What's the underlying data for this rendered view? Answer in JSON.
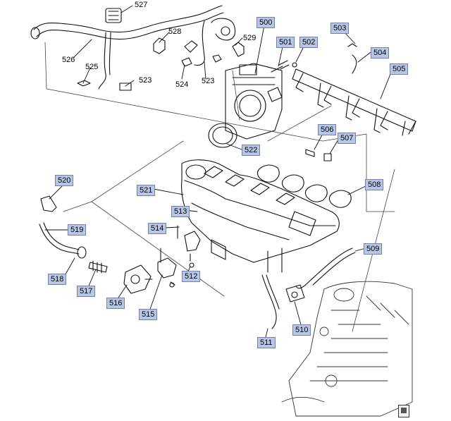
{
  "diagram": {
    "callouts": [
      {
        "id": "500",
        "text": "500",
        "boxed": true
      },
      {
        "id": "501",
        "text": "501",
        "boxed": true
      },
      {
        "id": "502",
        "text": "502",
        "boxed": true
      },
      {
        "id": "503",
        "text": "503",
        "boxed": true
      },
      {
        "id": "504",
        "text": "504",
        "boxed": true
      },
      {
        "id": "505",
        "text": "505",
        "boxed": true
      },
      {
        "id": "506",
        "text": "506",
        "boxed": true
      },
      {
        "id": "507",
        "text": "507",
        "boxed": true
      },
      {
        "id": "508",
        "text": "508",
        "boxed": true
      },
      {
        "id": "509",
        "text": "509",
        "boxed": true
      },
      {
        "id": "510",
        "text": "510",
        "boxed": true
      },
      {
        "id": "511",
        "text": "511",
        "boxed": true
      },
      {
        "id": "512",
        "text": "512",
        "boxed": true
      },
      {
        "id": "513",
        "text": "513",
        "boxed": true
      },
      {
        "id": "514",
        "text": "514",
        "boxed": true
      },
      {
        "id": "515",
        "text": "515",
        "boxed": true
      },
      {
        "id": "516",
        "text": "516",
        "boxed": true
      },
      {
        "id": "517",
        "text": "517",
        "boxed": true
      },
      {
        "id": "518",
        "text": "518",
        "boxed": true
      },
      {
        "id": "519",
        "text": "519",
        "boxed": true
      },
      {
        "id": "520",
        "text": "520",
        "boxed": true
      },
      {
        "id": "521",
        "text": "521",
        "boxed": true
      },
      {
        "id": "522",
        "text": "522",
        "boxed": true
      },
      {
        "id": "523a",
        "text": "523",
        "boxed": false
      },
      {
        "id": "523b",
        "text": "523",
        "boxed": false
      },
      {
        "id": "524",
        "text": "524",
        "boxed": false
      },
      {
        "id": "525",
        "text": "525",
        "boxed": false
      },
      {
        "id": "526",
        "text": "526",
        "boxed": false
      },
      {
        "id": "527",
        "text": "527",
        "boxed": false
      },
      {
        "id": "528",
        "text": "528",
        "boxed": false
      },
      {
        "id": "529",
        "text": "529",
        "boxed": false
      }
    ]
  }
}
